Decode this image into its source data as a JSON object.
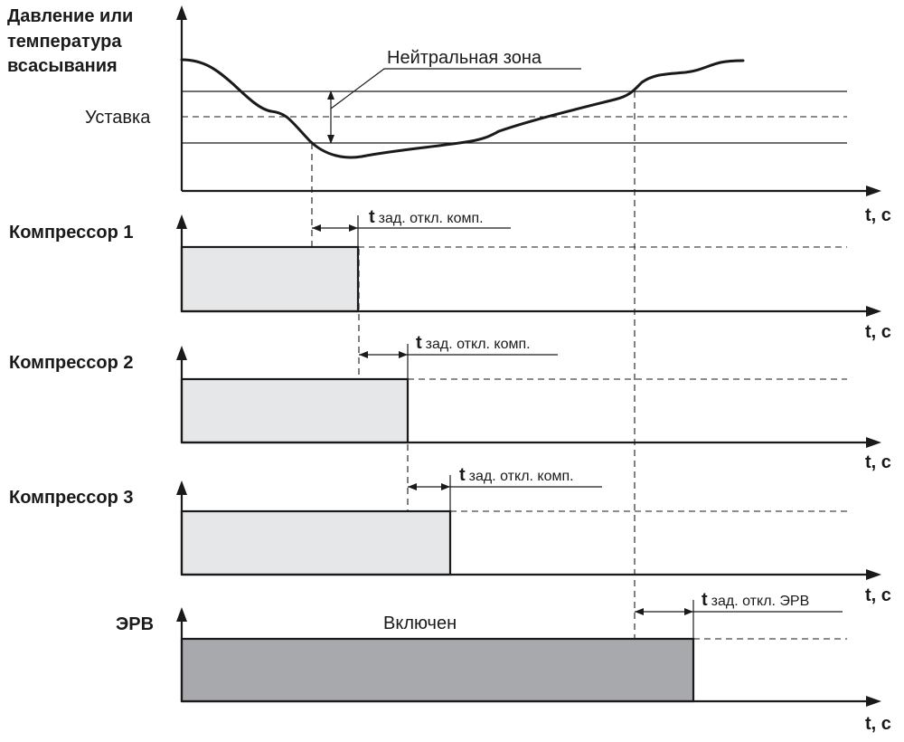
{
  "top_chart": {
    "ylabel_lines": [
      "Давление или",
      "температура",
      "всасывания"
    ],
    "setpoint_label": "Уставка",
    "neutral_zone_label": "Нейтральная зона",
    "time_axis_label": "t, с"
  },
  "rows": [
    {
      "label": "Компрессор 1",
      "delay_prefix": "t",
      "delay_suffix": "зад. откл. комп.",
      "time_axis_label": "t, с"
    },
    {
      "label": "Компрессор 2",
      "delay_prefix": "t",
      "delay_suffix": "зад. откл. комп.",
      "time_axis_label": "t, с"
    },
    {
      "label": "Компрессор 3",
      "delay_prefix": "t",
      "delay_suffix": "зад. откл. комп.",
      "time_axis_label": "t, с"
    },
    {
      "label": "ЭРВ",
      "state_text": "Включен",
      "delay_prefix": "t",
      "delay_suffix": "зад. откл. ЭРВ",
      "time_axis_label": "t, с"
    }
  ],
  "colors": {
    "compressor_fill": "#e6e7e8",
    "valve_fill": "#a7a9ac",
    "ink": "#1a1a1a"
  }
}
